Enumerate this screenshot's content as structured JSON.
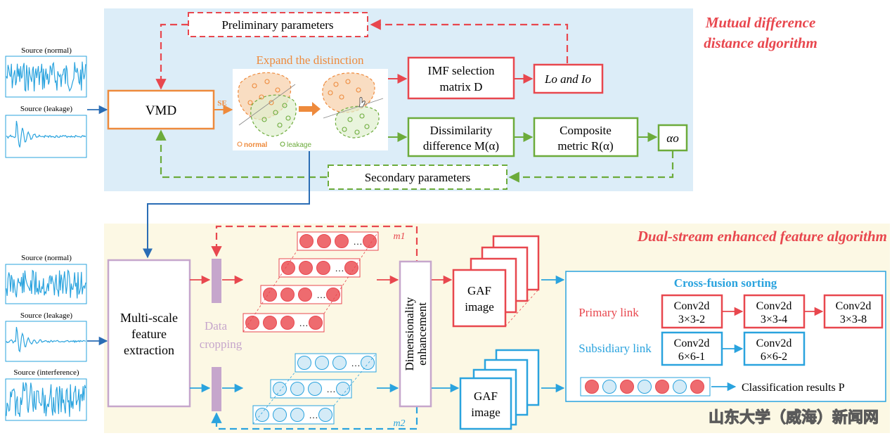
{
  "colors": {
    "red": "#e8474e",
    "green": "#6cab3b",
    "orange": "#ee8a3c",
    "blue": "#2aa3de",
    "purple": "#c6a6cc",
    "dark_blue": "#2a6db5",
    "top_bg": "#dcedf8",
    "bottom_bg": "#fcf8e4"
  },
  "top": {
    "title_line1": "Mutual difference",
    "title_line2": "distance algorithm",
    "preliminary": "Preliminary parameters",
    "secondary": "Secondary parameters",
    "vmd": "VMD",
    "se": "SE",
    "expand": "Expand the distinction",
    "legend_normal": "normal",
    "legend_leakage": "leakage",
    "imf_line1": "IMF selection",
    "imf_line2": "matrix D",
    "lo_io": "Lo and Io",
    "dissim_line1": "Dissimilarity",
    "dissim_line2": "difference M(α)",
    "composite_line1": "Composite",
    "composite_line2": "metric R(α)",
    "alpha": "αo",
    "source_normal": "Source (normal)",
    "source_leakage": "Source (leakage)"
  },
  "bottom": {
    "title": "Dual-stream enhanced feature algorithm",
    "source_normal": "Source (normal)",
    "source_leakage": "Source (leakage)",
    "source_interference": "Source (interference)",
    "mse_line1": "Multi-scale",
    "mse_line2": "feature",
    "mse_line3": "extraction",
    "crop_line1": "Data",
    "crop_line2": "cropping",
    "dim_line1": "Dimensionality",
    "dim_line2": "enhancement",
    "m1": "m1",
    "m2": "m2",
    "gaf_line1": "GAF",
    "gaf_line2": "image",
    "cross_title": "Cross-fusion sorting",
    "primary_link": "Primary link",
    "subsidiary_link": "Subsidiary link",
    "conv_p1_line1": "Conv2d",
    "conv_p1_line2": "3×3-2",
    "conv_p2_line1": "Conv2d",
    "conv_p2_line2": "3×3-4",
    "conv_p3_line1": "Conv2d",
    "conv_p3_line2": "3×3-8",
    "conv_s1_line1": "Conv2d",
    "conv_s1_line2": "6×6-1",
    "conv_s2_line1": "Conv2d",
    "conv_s2_line2": "6×6-2",
    "classification": "Classification results P",
    "dots": "…"
  },
  "watermark": "山东大学（威海）新闻网"
}
